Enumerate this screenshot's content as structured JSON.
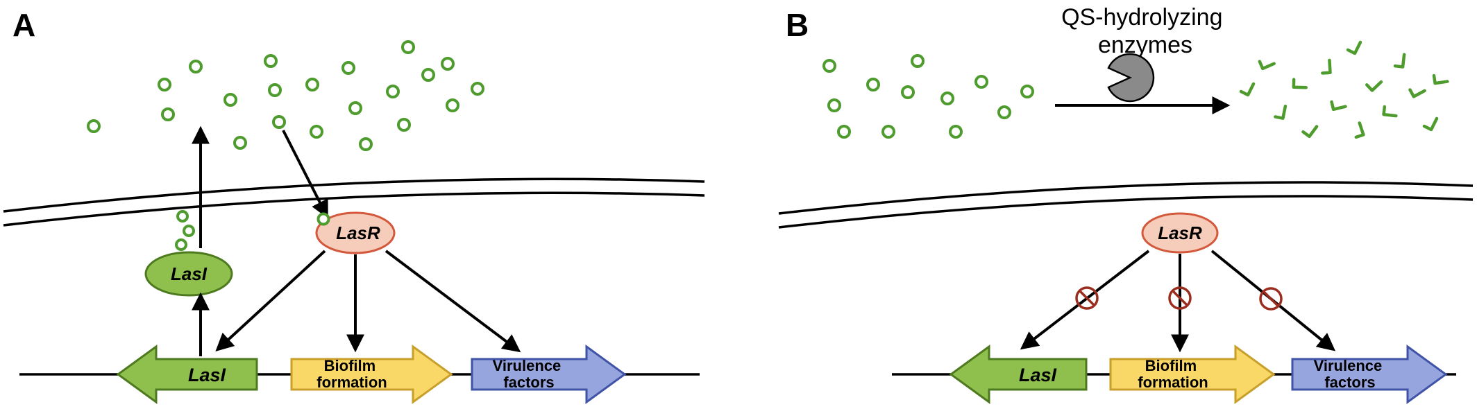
{
  "colors": {
    "signal_green": "#4e9b2e",
    "protein_green_fill": "#8fbf4d",
    "protein_green_stroke": "#4e7a1f",
    "lasr_fill": "#f6cdbb",
    "lasr_stroke": "#d4593c",
    "gene_green_fill": "#8fbf4d",
    "gene_green_stroke": "#4e7a1f",
    "biofilm_fill": "#f9d868",
    "biofilm_stroke": "#c79f2a",
    "virulence_fill": "#97a5de",
    "virulence_stroke": "#4053a6",
    "enzyme_gray": "#8a8a8a",
    "inhibit_red": "#9b2d1f"
  },
  "panelA": {
    "label": "A",
    "lasi_protein": "LasI",
    "lasr_protein": "LasR",
    "lasi_gene": "LasI",
    "biofilm_line1": "Biofilm",
    "biofilm_line2": "formation",
    "virulence_line1": "Virulence",
    "virulence_line2": "factors"
  },
  "panelB": {
    "label": "B",
    "title_line1": "QS-hydrolyzing",
    "title_line2": "enzymes",
    "lasr_protein": "LasR",
    "lasi_gene": "LasI",
    "biofilm_line1": "Biofilm",
    "biofilm_line2": "formation",
    "virulence_line1": "Virulence",
    "virulence_line2": "factors"
  }
}
